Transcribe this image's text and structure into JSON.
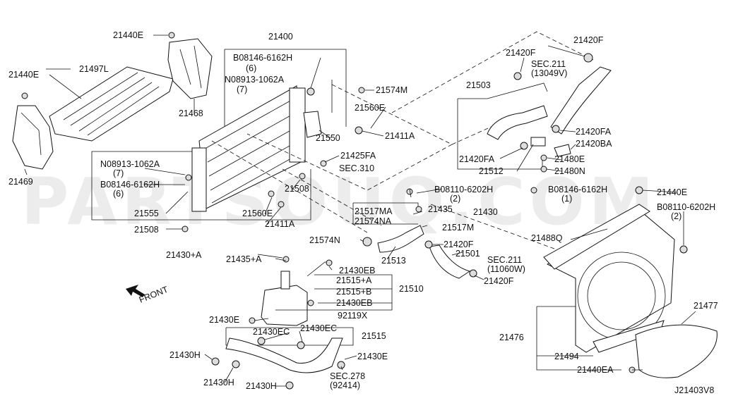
{
  "watermark": "PARTSOUQ.COM",
  "diagram_code": "J21403V8",
  "front_label": "FRONT",
  "labels": {
    "l21440e_a": "21440E",
    "l21497l": "21497L",
    "l21440e_b": "21440E",
    "l21469": "21469",
    "l21468": "21468",
    "l21400": "21400",
    "l08146_top": "B08146-6162H",
    "l08146_top_q": "(6)",
    "l08913_top": "N08913-1062A",
    "l08913_top_q": "(7)",
    "l21574m": "21574M",
    "l21560e_a": "21560E",
    "l21550": "21550",
    "l21411a_a": "21411A",
    "l21425fa": "21425FA",
    "lsec310": "SEC.310",
    "l08913_left": "N08913-1062A",
    "l08913_left_q": "(7)",
    "l08146_left": "B08146-6162H",
    "l08146_left_q": "(6)",
    "l21555": "21555",
    "l21508_a": "21508",
    "l21508_b": "21508",
    "l21560e_b": "21560E",
    "l21411a_b": "21411A",
    "l21420f_a": "21420F",
    "l21420f_b": "21420F",
    "lsec211_a": "SEC.211",
    "lsec211_a_q": "(13049V)",
    "l21503": "21503",
    "l21420fa_a": "21420FA",
    "l21420ba": "21420BA",
    "l21420fa_b": "21420FA",
    "l21480e": "21480E",
    "l21512": "21512",
    "l21480n": "21480N",
    "l08110_mid": "B08110-6202H",
    "l08110_mid_q": "(2)",
    "l08146_mid": "B08146-6162H",
    "l08146_mid_q": "(1)",
    "l21440e_c": "21440E",
    "l08110_right": "B08110-6202H",
    "l08110_right_q": "(2)",
    "l21517ma": "21517MA",
    "l21574na": "21574NA",
    "l21435": "21435",
    "l21430": "21430",
    "l21517m": "21517M",
    "l21574n": "21574N",
    "l21488q": "21488Q",
    "l21420f_c": "21420F",
    "l21501": "21501",
    "l21513": "21513",
    "l21430a": "21430+A",
    "l21435a": "21435+A",
    "lsec211_b": "SEC.211",
    "lsec211_b_q": "(11060W)",
    "l21420f_d": "21420F",
    "l21430eb_a": "21430EB",
    "l21515a": "21515+A",
    "l21515b": "21515+B",
    "l21510": "21510",
    "l21430eb_b": "21430EB",
    "l92119x": "92119X",
    "l21430e_a": "21430E",
    "l21430ec_a": "21430EC",
    "l21430ec_b": "21430EC",
    "l21515": "21515",
    "l21430h_a": "21430H",
    "l21430e_b": "21430E",
    "l21430h_b": "21430H",
    "l21430h_c": "21430H",
    "lsec278": "SEC.278",
    "lsec278_q": "(92414)",
    "l21477": "21477",
    "l21476": "21476",
    "l21494": "21494",
    "l21440ea": "21440EA"
  }
}
